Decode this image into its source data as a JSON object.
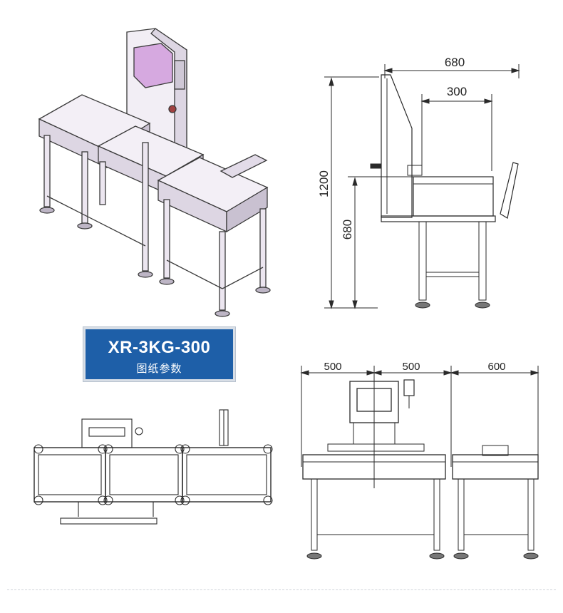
{
  "model_label": {
    "title": "XR-3KG-300",
    "subtitle": "图纸参数"
  },
  "side_view": {
    "dim_top_total": "680",
    "dim_top_inner": "300",
    "dim_height_total": "1200",
    "dim_height_table": "680"
  },
  "front_view": {
    "dim_left": "500",
    "dim_middle": "500",
    "dim_right": "600"
  },
  "colors": {
    "label_bg": "#1e5fa8",
    "screen": "#d6a9e0",
    "frame": "#e8e2ee",
    "line": "#2a2a2a"
  }
}
